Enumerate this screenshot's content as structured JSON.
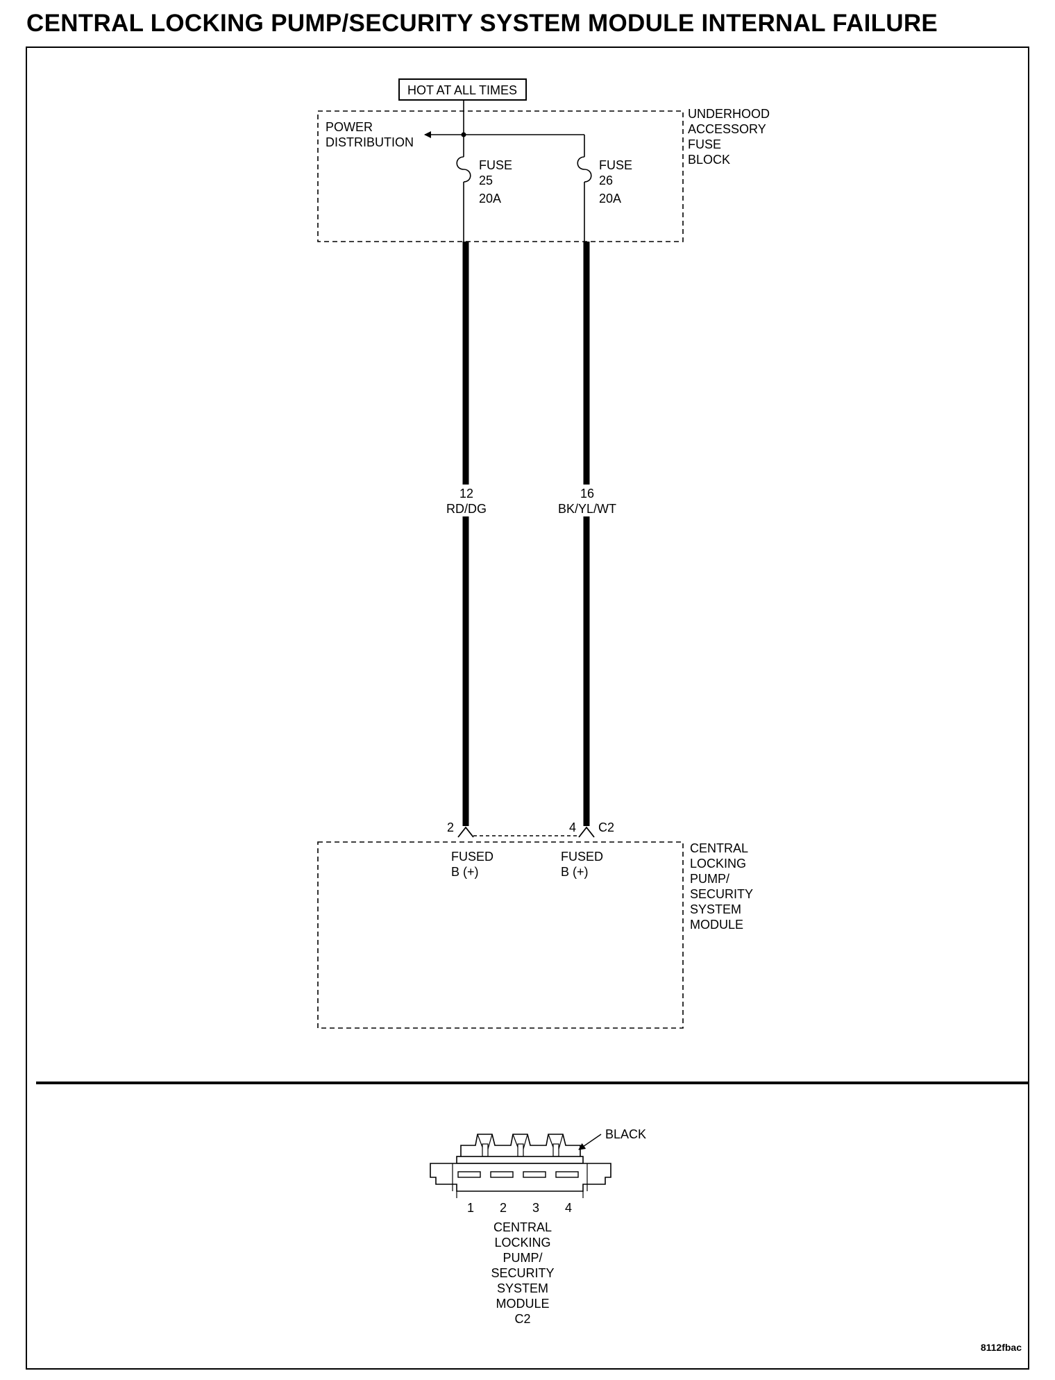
{
  "title": "CENTRAL LOCKING PUMP/SECURITY SYSTEM MODULE INTERNAL FAILURE",
  "hot_label": "HOT AT ALL TIMES",
  "fuse_block": {
    "label_lines": [
      "UNDERHOOD",
      "ACCESSORY",
      "FUSE",
      "BLOCK"
    ],
    "power_distribution": [
      "POWER",
      "DISTRIBUTION"
    ],
    "fuses": [
      {
        "lines": [
          "FUSE",
          "25",
          "20A"
        ]
      },
      {
        "lines": [
          "FUSE",
          "26",
          "20A"
        ]
      }
    ]
  },
  "wires": [
    {
      "gauge": "12",
      "color": "RD/DG"
    },
    {
      "gauge": "16",
      "color": "BK/YL/WT"
    }
  ],
  "connector": {
    "name": "C2",
    "pins": [
      {
        "number": "2",
        "function": [
          "FUSED",
          "B (+)"
        ]
      },
      {
        "number": "4",
        "function": [
          "FUSED",
          "B (+)"
        ]
      }
    ]
  },
  "module": {
    "label_lines": [
      "CENTRAL",
      "LOCKING",
      "PUMP/",
      "SECURITY",
      "SYSTEM",
      "MODULE"
    ]
  },
  "connector_view": {
    "color_label": "BLACK",
    "pin_numbers": [
      "1",
      "2",
      "3",
      "4"
    ],
    "caption_lines": [
      "CENTRAL",
      "LOCKING",
      "PUMP/",
      "SECURITY",
      "SYSTEM",
      "MODULE",
      "C2"
    ]
  },
  "figure_code": "8112fbac"
}
